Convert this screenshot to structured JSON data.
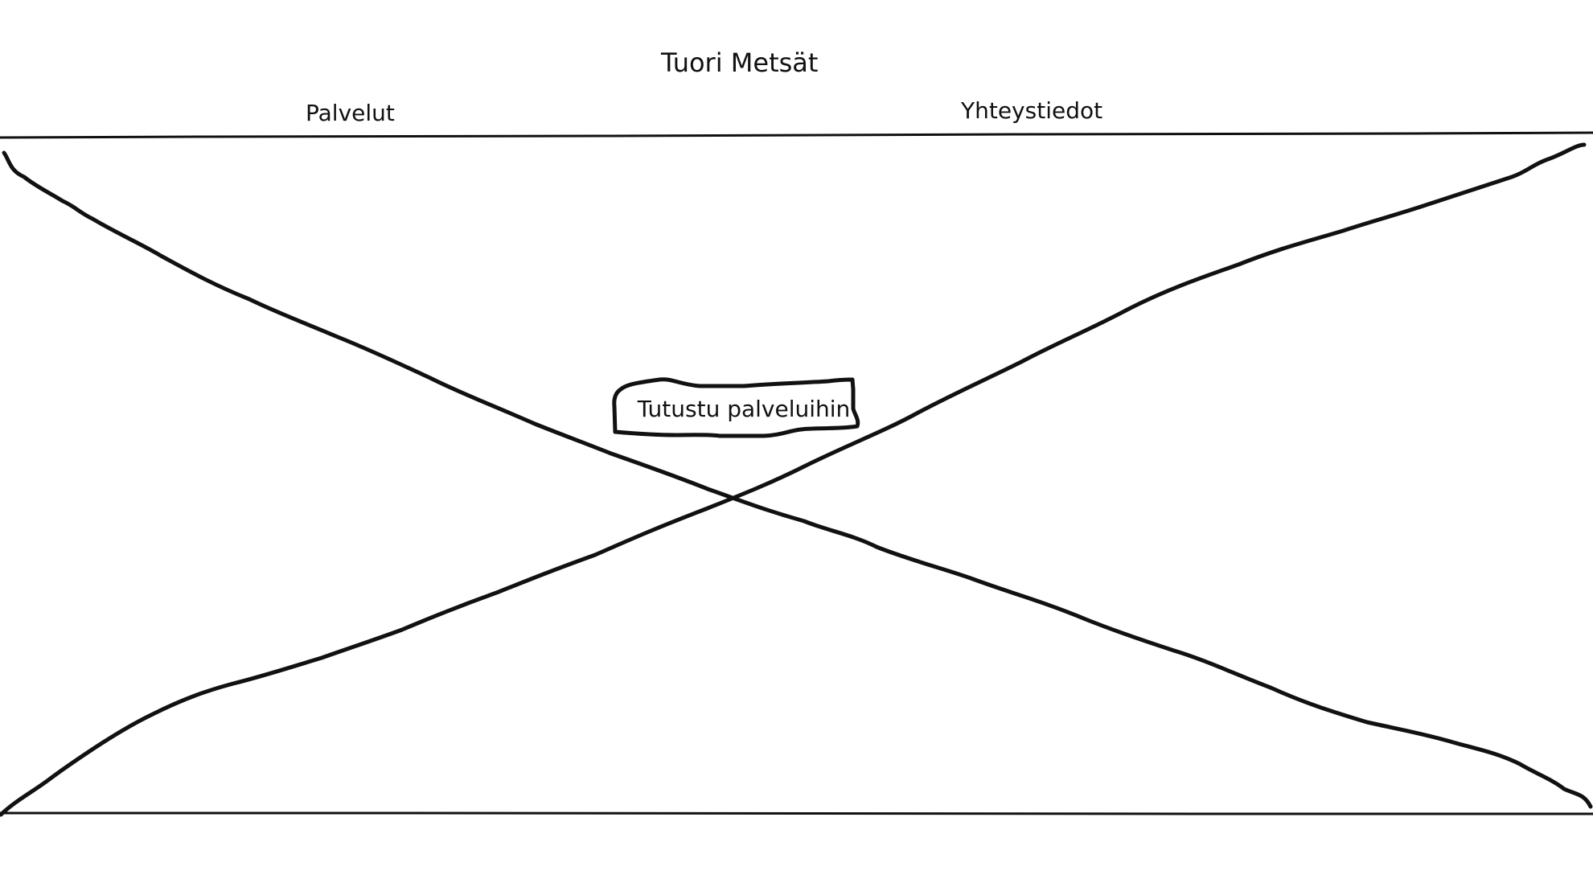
{
  "header": {
    "site_title": "Tuori Metsät",
    "nav": {
      "palvelut": "Palvelut",
      "yhteystiedot": "Yhteystiedot"
    }
  },
  "hero": {
    "cta_label": "Tutustu palveluihin"
  },
  "colors": {
    "ink": "#111111",
    "background": "#ffffff"
  }
}
